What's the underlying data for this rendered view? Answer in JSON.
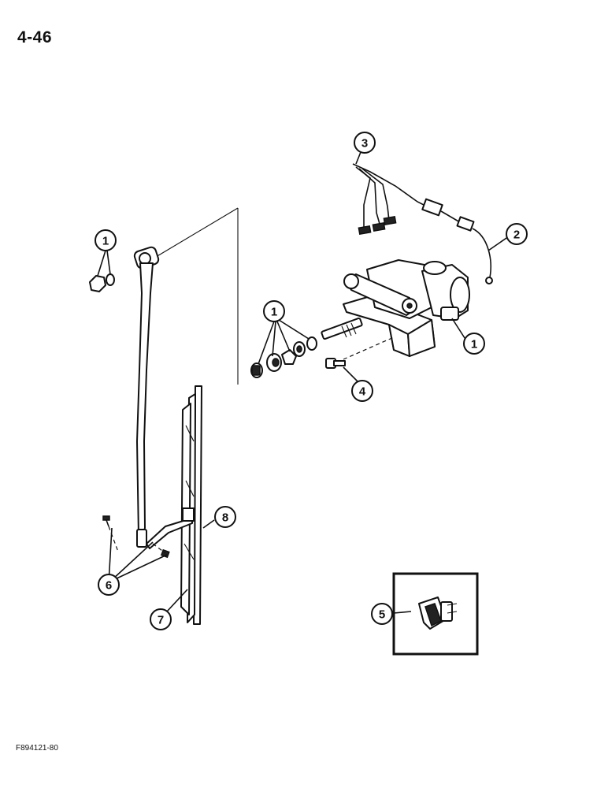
{
  "page_number": "4-46",
  "figure_code": "F894121-80",
  "callouts": {
    "c1_arm": "1",
    "c1_shaft": "1",
    "c1_motor": "1",
    "c2": "2",
    "c3": "3",
    "c4": "4",
    "c5": "5",
    "c6": "6",
    "c7": "7",
    "c8": "8"
  },
  "icons": [
    "wiper-motor-icon",
    "wiper-arm-icon",
    "wiper-blade-icon",
    "rocker-switch-icon",
    "wire-harness-icon"
  ]
}
